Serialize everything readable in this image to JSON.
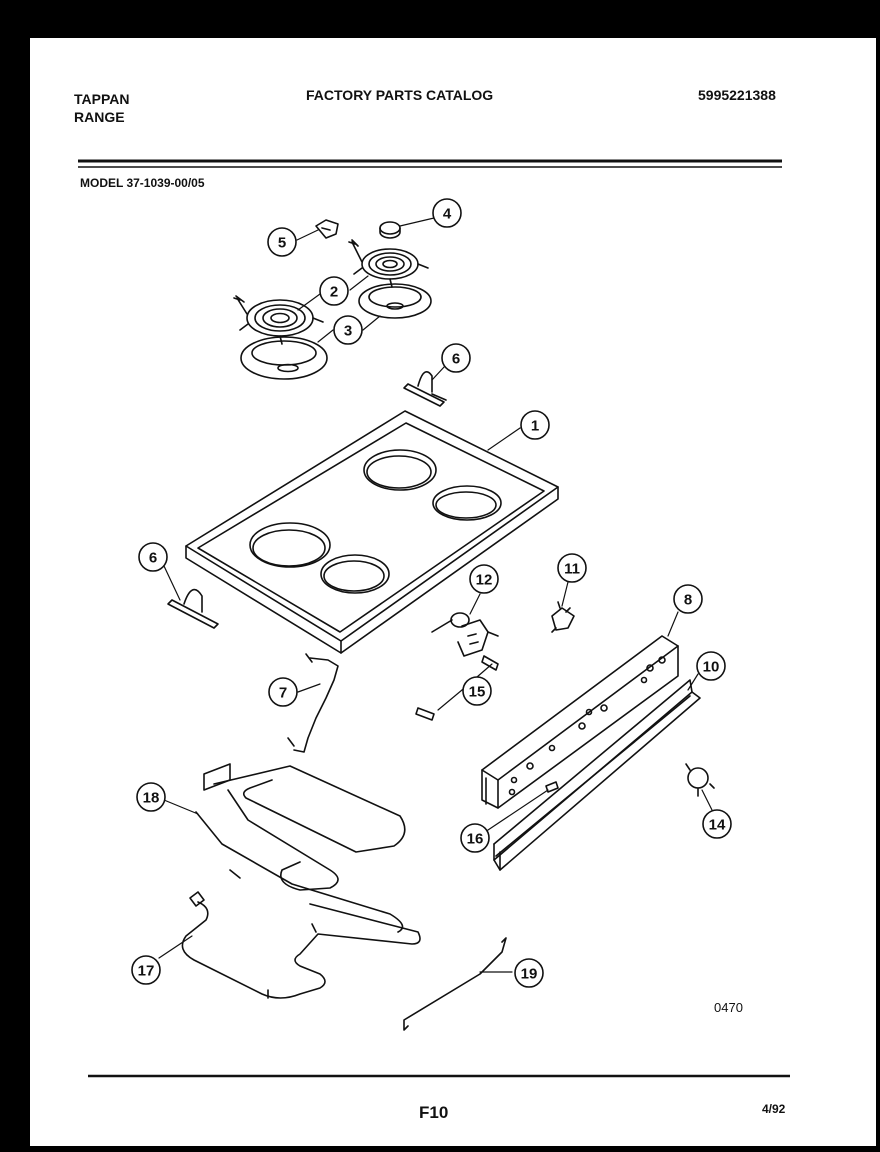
{
  "header": {
    "brand_line1": "TAPPAN",
    "brand_line2": "RANGE",
    "catalog_title": "FACTORY PARTS CATALOG",
    "catalog_number": "5995221388",
    "model": "MODEL 37-1039-00/05"
  },
  "diagram": {
    "code": "0470",
    "callouts": [
      "1",
      "2",
      "3",
      "4",
      "5",
      "6",
      "6",
      "7",
      "8",
      "10",
      "11",
      "12",
      "14",
      "15",
      "16",
      "17",
      "18",
      "19"
    ]
  },
  "footer": {
    "page": "F10",
    "date": "4/92"
  }
}
